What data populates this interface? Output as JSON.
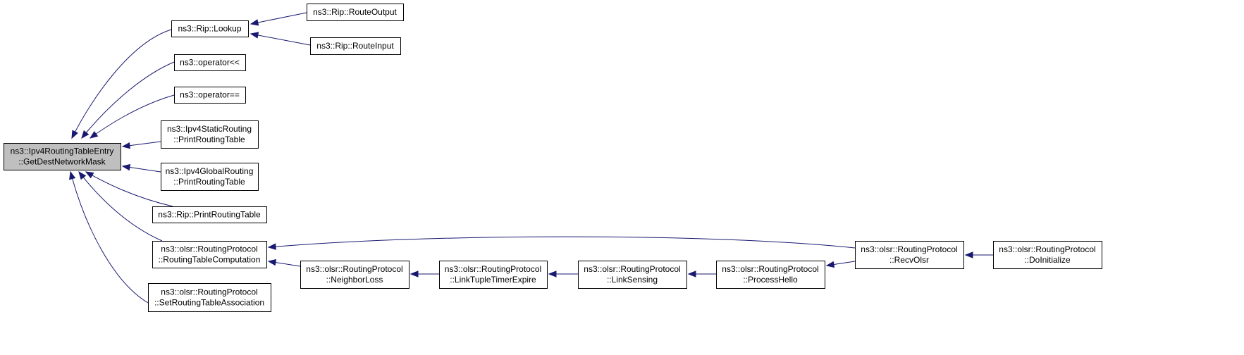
{
  "colors": {
    "edge": "#191970",
    "root_fill": "#bfbfbf",
    "node_fill": "#ffffff",
    "border": "#000000"
  },
  "nodes": [
    {
      "id": "root",
      "lines": [
        "ns3::Ipv4RoutingTableEntry",
        "::GetDestNetworkMask"
      ]
    },
    {
      "id": "lookup",
      "lines": [
        "ns3::Rip::Lookup"
      ]
    },
    {
      "id": "routeoutput",
      "lines": [
        "ns3::Rip::RouteOutput"
      ]
    },
    {
      "id": "routeinput",
      "lines": [
        "ns3::Rip::RouteInput"
      ]
    },
    {
      "id": "oplt",
      "lines": [
        "ns3::operator<<"
      ]
    },
    {
      "id": "opeq",
      "lines": [
        "ns3::operator=="
      ]
    },
    {
      "id": "static",
      "lines": [
        "ns3::Ipv4StaticRouting",
        "::PrintRoutingTable"
      ]
    },
    {
      "id": "global",
      "lines": [
        "ns3::Ipv4GlobalRouting",
        "::PrintRoutingTable"
      ]
    },
    {
      "id": "rip",
      "lines": [
        "ns3::Rip::PrintRoutingTable"
      ]
    },
    {
      "id": "rtc",
      "lines": [
        "ns3::olsr::RoutingProtocol",
        "::RoutingTableComputation"
      ]
    },
    {
      "id": "srta",
      "lines": [
        "ns3::olsr::RoutingProtocol",
        "::SetRoutingTableAssociation"
      ]
    },
    {
      "id": "nloss",
      "lines": [
        "ns3::olsr::RoutingProtocol",
        "::NeighborLoss"
      ]
    },
    {
      "id": "ltte",
      "lines": [
        "ns3::olsr::RoutingProtocol",
        "::LinkTupleTimerExpire"
      ]
    },
    {
      "id": "lsense",
      "lines": [
        "ns3::olsr::RoutingProtocol",
        "::LinkSensing"
      ]
    },
    {
      "id": "phello",
      "lines": [
        "ns3::olsr::RoutingProtocol",
        "::ProcessHello"
      ]
    },
    {
      "id": "recv",
      "lines": [
        "ns3::olsr::RoutingProtocol",
        "::RecvOlsr"
      ]
    },
    {
      "id": "doinit",
      "lines": [
        "ns3::olsr::RoutingProtocol",
        "::DoInitialize"
      ]
    }
  ],
  "edges": [
    {
      "from": "lookup",
      "to": "root"
    },
    {
      "from": "oplt",
      "to": "root"
    },
    {
      "from": "opeq",
      "to": "root"
    },
    {
      "from": "static",
      "to": "root"
    },
    {
      "from": "global",
      "to": "root"
    },
    {
      "from": "rip",
      "to": "root"
    },
    {
      "from": "rtc",
      "to": "root"
    },
    {
      "from": "srta",
      "to": "root"
    },
    {
      "from": "routeoutput",
      "to": "lookup"
    },
    {
      "from": "routeinput",
      "to": "lookup"
    },
    {
      "from": "recv",
      "to": "rtc"
    },
    {
      "from": "nloss",
      "to": "rtc"
    },
    {
      "from": "ltte",
      "to": "nloss"
    },
    {
      "from": "lsense",
      "to": "ltte"
    },
    {
      "from": "phello",
      "to": "lsense"
    },
    {
      "from": "recv",
      "to": "phello"
    },
    {
      "from": "doinit",
      "to": "recv"
    }
  ]
}
